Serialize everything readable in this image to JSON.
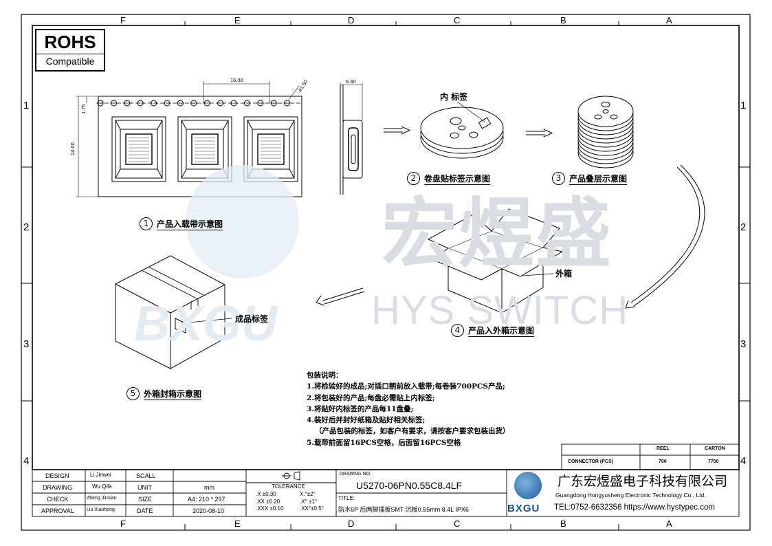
{
  "frame": {
    "column_letters": [
      "F",
      "E",
      "D",
      "C",
      "B",
      "A"
    ],
    "row_numbers": [
      "1",
      "2",
      "3",
      "4"
    ]
  },
  "rohs": {
    "title": "ROHS",
    "subtitle": "Compatible"
  },
  "watermark": {
    "cn": "宏煜盛",
    "en": "HYS SWITCH",
    "logo": "BXGU"
  },
  "tape": {
    "dims": {
      "pitch": "16.00",
      "hole": "ø1.50",
      "offset": "1.75",
      "width": "24.00",
      "thickness": "6.40"
    }
  },
  "captions": {
    "step1": {
      "num": "1",
      "text": "产品入载带示意图"
    },
    "step2": {
      "num": "2",
      "text": "卷盘贴标签示意图"
    },
    "step3": {
      "num": "3",
      "text": "产品叠层示意图"
    },
    "step4": {
      "num": "4",
      "text": "产品入外箱示意图"
    },
    "step5": {
      "num": "5",
      "text": "外箱封箱示意图"
    }
  },
  "labels": {
    "inner_label": "内 标签",
    "carton": "外箱",
    "product_label": "成品标签"
  },
  "notes": {
    "heading": "包装说明：",
    "lines": [
      "1.将检验好的成品;对插口朝前放入载带;每卷装700PCS产品;",
      "2.将包装好的产品;每盘必需贴上内标签;",
      "3.将贴好内标签的产品每11盘叠;",
      "4.装好后并封好纸箱及贴好相关标签;",
      "（产品包装的标签，如客户有要求，请按客户要求包装出货）",
      "5.载带前面留16PCS空格，后面留16PCS空格"
    ]
  },
  "qty_table": {
    "headers": [
      "REEL",
      "CARTON"
    ],
    "row_label": "CONNECTOR (PCS)",
    "values": [
      "700",
      "7700"
    ]
  },
  "title_block": {
    "people": [
      {
        "role": "DESIGN",
        "name": "Li Jinwei",
        "field": "SCALL",
        "value": ""
      },
      {
        "role": "DRAWING",
        "name": "Wu Qifa",
        "field": "UNIT",
        "value": "mm"
      },
      {
        "role": "CHECK",
        "name": "Zheng Jinxian",
        "field": "SIZE",
        "value": "A4: 210 * 297"
      },
      {
        "role": "APPROVAL",
        "name": "Liu Xiaohong",
        "field": "DATE",
        "value": "2020-08-10"
      }
    ],
    "tolerance": {
      "label": "TOLERANCE",
      "rows": [
        [
          ".X",
          "±0.30",
          "X.°",
          "±2°"
        ],
        [
          ".XX",
          "±0.20",
          ".X°",
          "±1°"
        ],
        [
          ".XXX",
          "±0.10",
          ".XX°",
          "±0.5°"
        ]
      ]
    },
    "drawing_no_label": "DRAWNG NO.",
    "drawing_no": "U5270-06PN0.55C8.4LF",
    "title_label": "TITLE:",
    "title": "防水6P 后两脚插板SMT 沉板0.55mm 8.4L IPX6",
    "company_cn": "广东宏煜盛电子科技有限公司",
    "company_en": "Guangdong Hongyusheng Electronic Technology Co., Ltd.",
    "contact": "TEL:0752-6632356  https://www.hystypec.com",
    "logo_text": "BXGU"
  }
}
